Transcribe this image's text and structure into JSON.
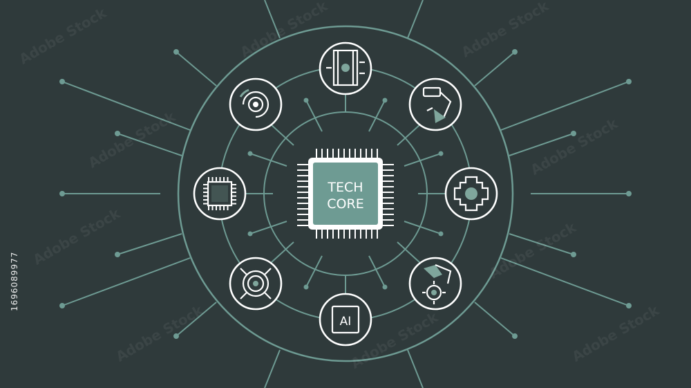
{
  "center_chip": {
    "line1": "TECH",
    "line2": "CORE"
  },
  "ai_badge": "AI",
  "stock_id": "1696089977",
  "watermark": "Adobe Stock",
  "colors": {
    "background": "#2f3a3b",
    "accent": "#6e9b93",
    "chip_fill": "#6e9b93",
    "icon_white": "#ffffff"
  },
  "nodes": [
    {
      "name": "circuit-board-icon"
    },
    {
      "name": "robot-arm-icon"
    },
    {
      "name": "gear-chip-icon"
    },
    {
      "name": "robot-gear-icon"
    },
    {
      "name": "ai-chip-icon"
    },
    {
      "name": "target-icon"
    },
    {
      "name": "processor-icon"
    },
    {
      "name": "radar-icon"
    }
  ]
}
